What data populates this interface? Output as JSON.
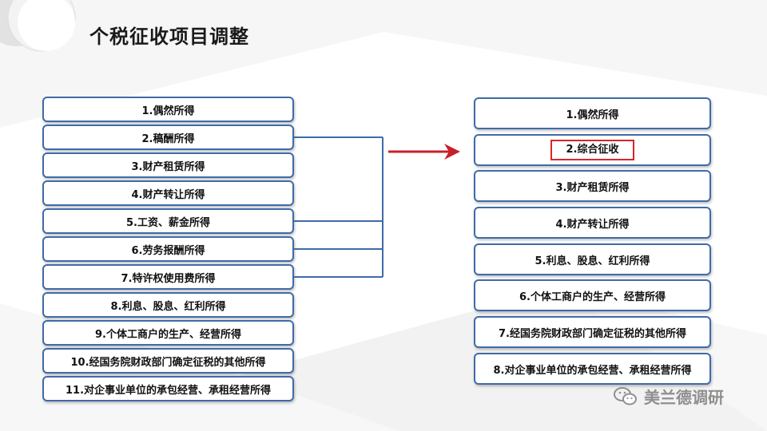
{
  "title": "个税征收项目调整",
  "left_items": [
    "1.偶然所得",
    "2.稿酬所得",
    "3.财产租赁所得",
    "4.财产转让所得",
    "5.工资、薪金所得",
    "6.劳务报酬所得",
    "7.特许权使用费所得",
    "8.利息、股息、红利所得",
    "9.个体工商户的生产、经营所得",
    "10.经国务院财政部门确定征税的其他所得",
    "11.对企事业单位的承包经营、承租经营所得"
  ],
  "right_items": [
    "1.偶然所得",
    "2.综合征收",
    "3.财产租赁所得",
    "4.财产转让所得",
    "5.利息、股息、红利所得",
    "6.个体工商户的生产、经营所得",
    "7.经国务院财政部门确定征税的其他所得",
    "8.对企事业单位的承包经营、承租经营所得"
  ],
  "watermark": "美兰德调研",
  "colors": {
    "box_border": "#3f6ba8",
    "highlight": "#d9262a",
    "arrow": "#c8202a"
  },
  "icons": [
    "wechat-icon"
  ]
}
